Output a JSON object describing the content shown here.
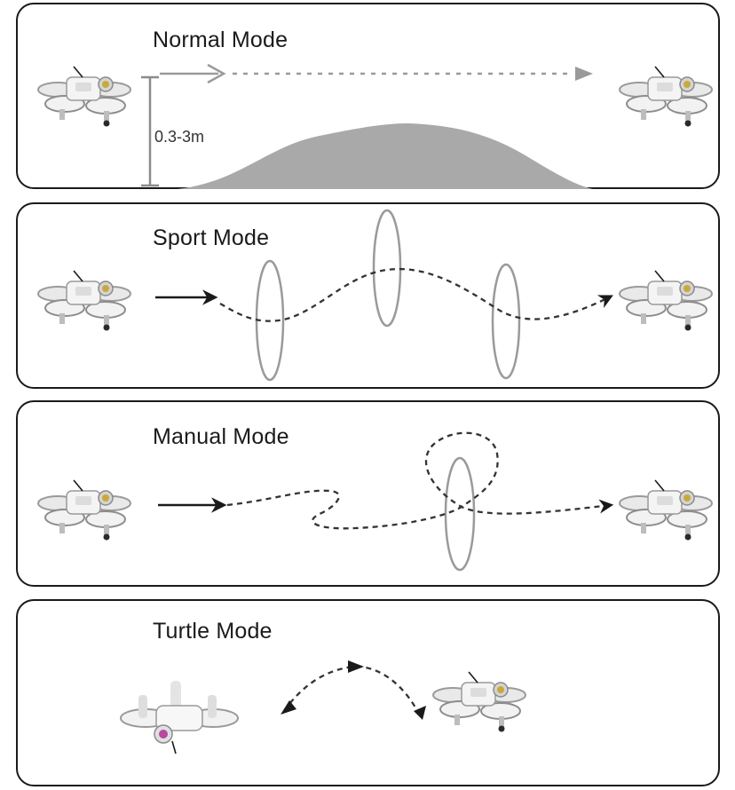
{
  "modes": [
    {
      "title": "Normal Mode",
      "height_label": "0.3-3m"
    },
    {
      "title": "Sport Mode"
    },
    {
      "title": "Manual Mode"
    },
    {
      "title": "Turtle Mode"
    }
  ]
}
